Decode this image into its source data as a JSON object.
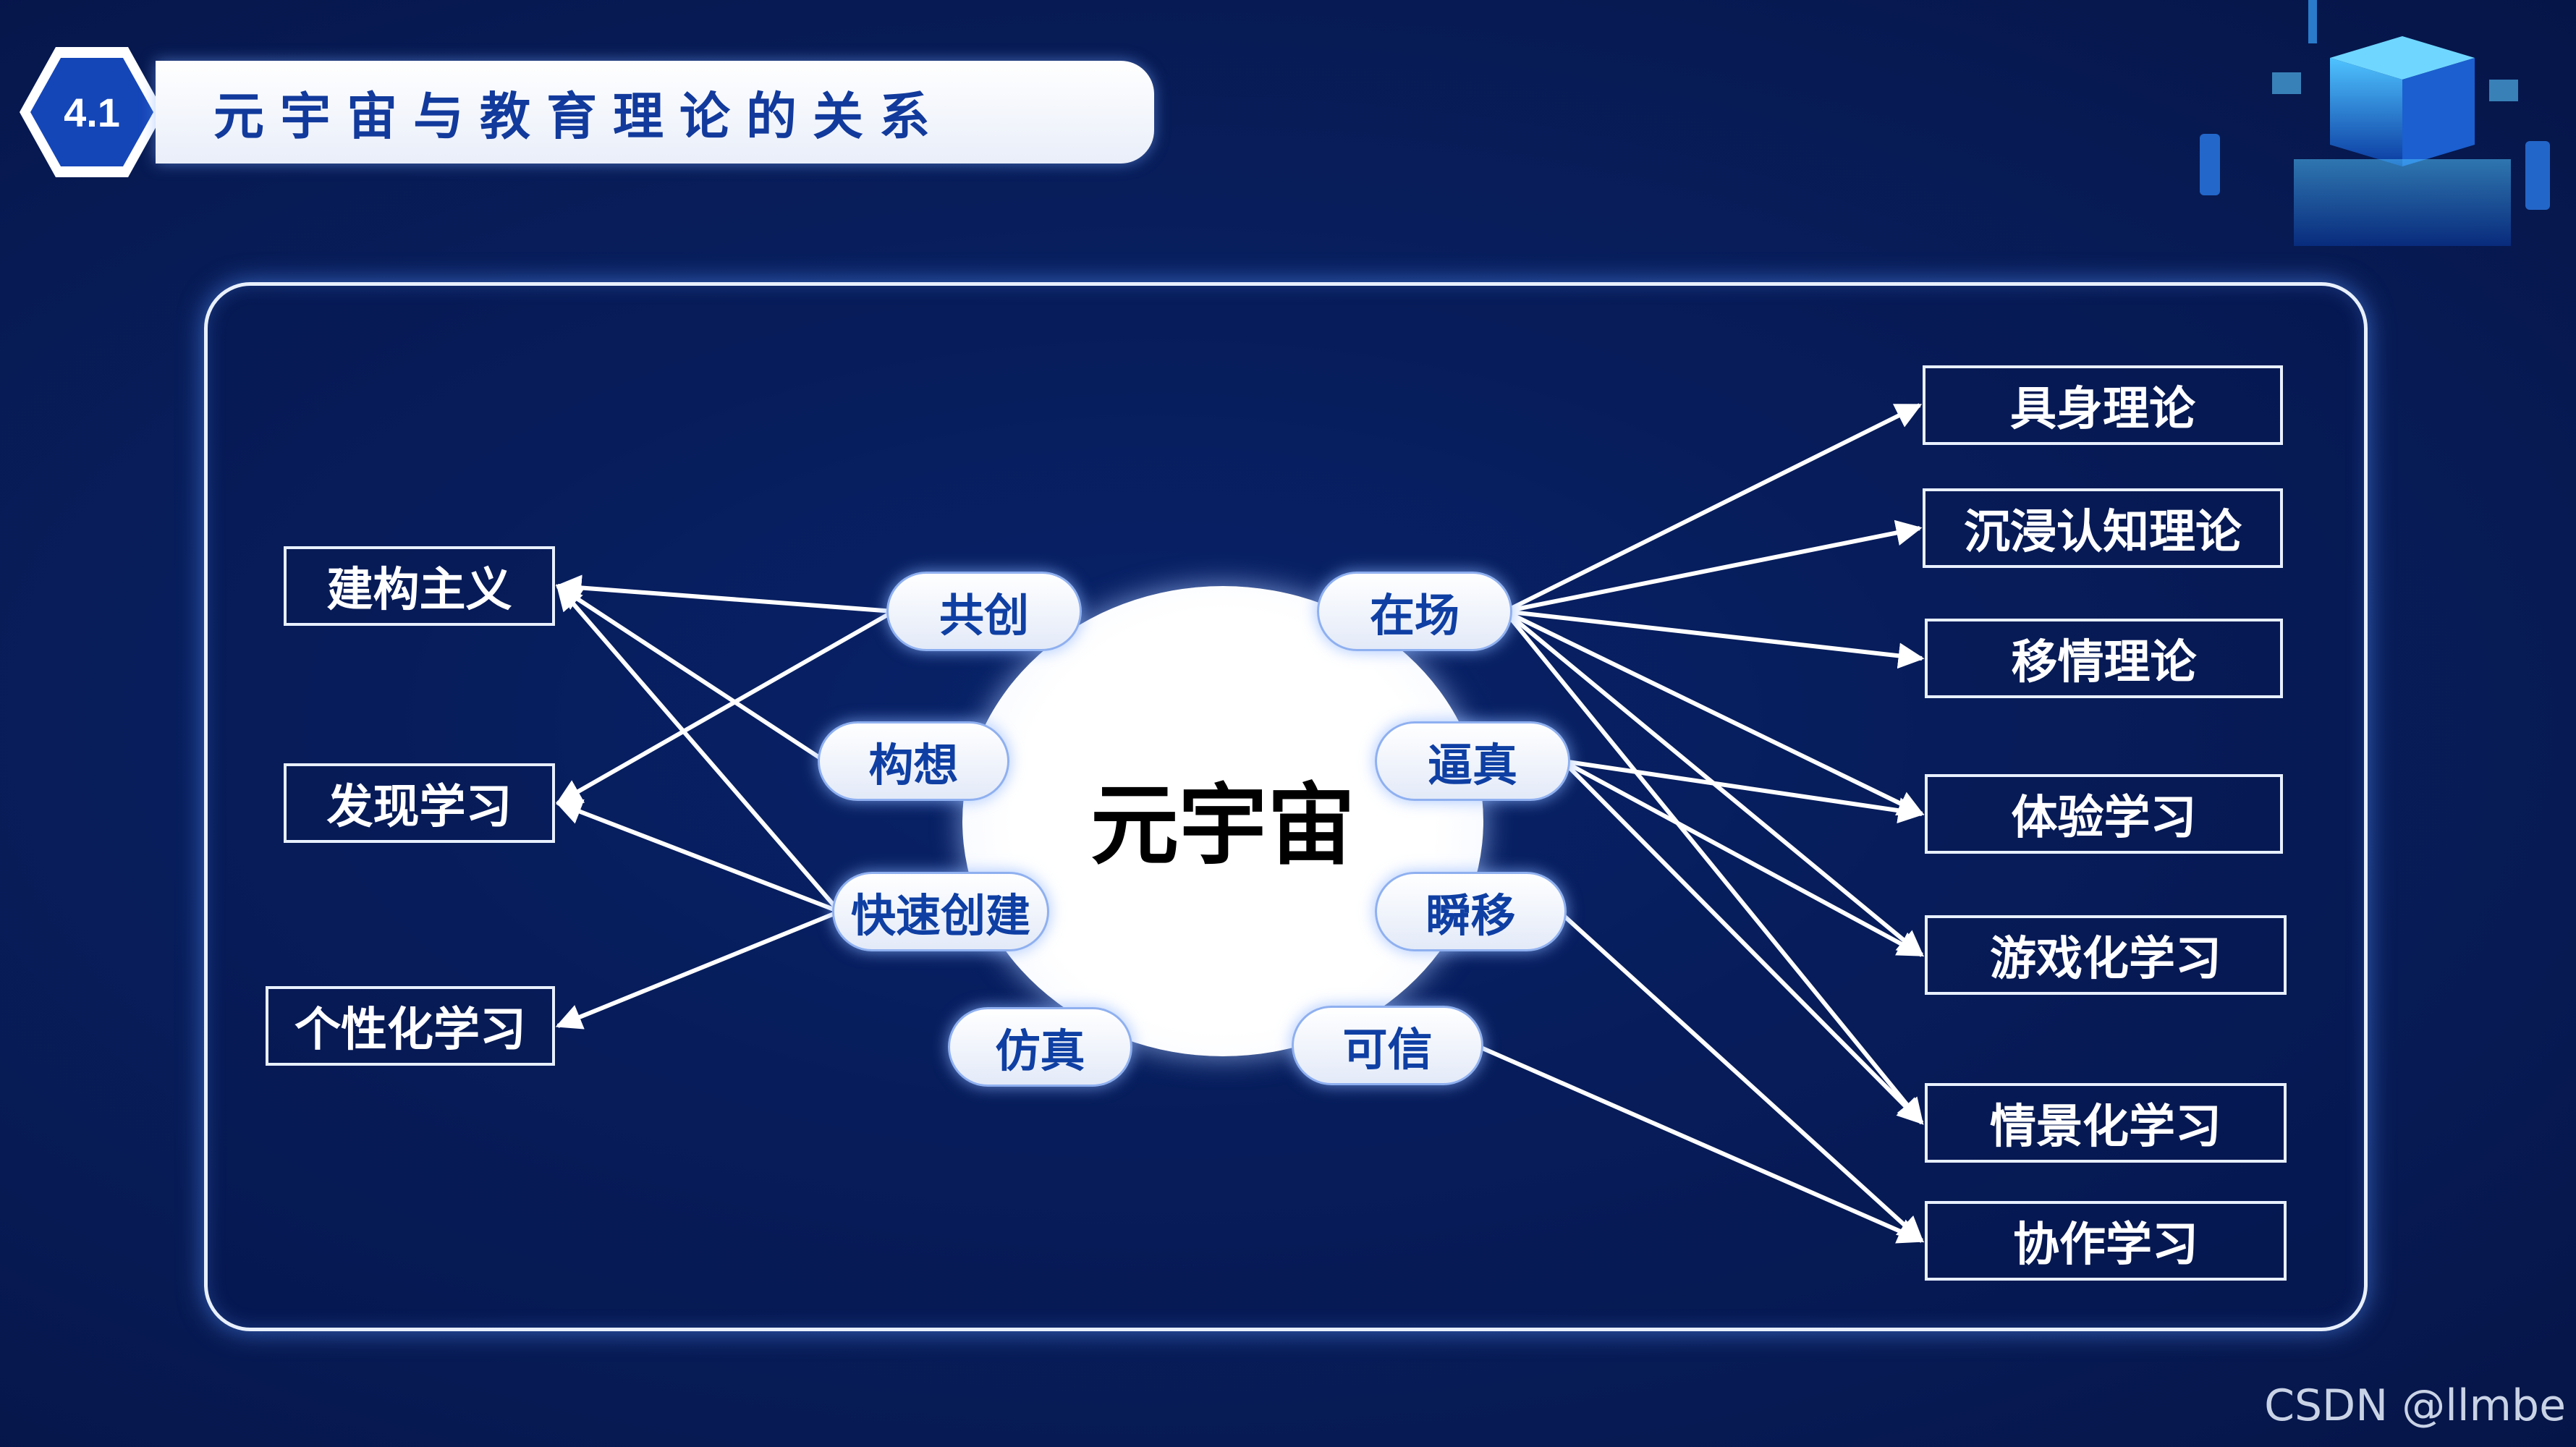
{
  "header": {
    "section_number": "4.1",
    "title": "元宇宙与教育理论的关系"
  },
  "diagram": {
    "center": "元宇宙",
    "features": {
      "co_creation": "共创",
      "conception": "构想",
      "rapid_build": "快速创建",
      "simulation": "仿真",
      "presence": "在场",
      "realism": "逼真",
      "teleport": "瞬移",
      "trust": "可信"
    },
    "left_theories": {
      "constructivism": "建构主义",
      "discovery": "发现学习",
      "personalized": "个性化学习"
    },
    "right_theories": {
      "embodied": "具身理论",
      "immersive": "沉浸认知理论",
      "empathy": "移情理论",
      "experiential": "体验学习",
      "gamified": "游戏化学习",
      "situated": "情景化学习",
      "collaborative": "协作学习"
    },
    "links": [
      [
        "co_creation",
        "constructivism"
      ],
      [
        "co_creation",
        "discovery"
      ],
      [
        "conception",
        "constructivism"
      ],
      [
        "rapid_build",
        "constructivism"
      ],
      [
        "rapid_build",
        "discovery"
      ],
      [
        "rapid_build",
        "personalized"
      ],
      [
        "presence",
        "embodied"
      ],
      [
        "presence",
        "immersive"
      ],
      [
        "presence",
        "empathy"
      ],
      [
        "presence",
        "experiential"
      ],
      [
        "presence",
        "gamified"
      ],
      [
        "presence",
        "situated"
      ],
      [
        "realism",
        "experiential"
      ],
      [
        "realism",
        "gamified"
      ],
      [
        "realism",
        "situated"
      ],
      [
        "teleport",
        "collaborative"
      ],
      [
        "trust",
        "collaborative"
      ]
    ]
  },
  "colors": {
    "background": "#081f5e",
    "node_text": "#0f3fa3",
    "line": "#ffffff"
  },
  "watermark": "CSDN @llmbe"
}
